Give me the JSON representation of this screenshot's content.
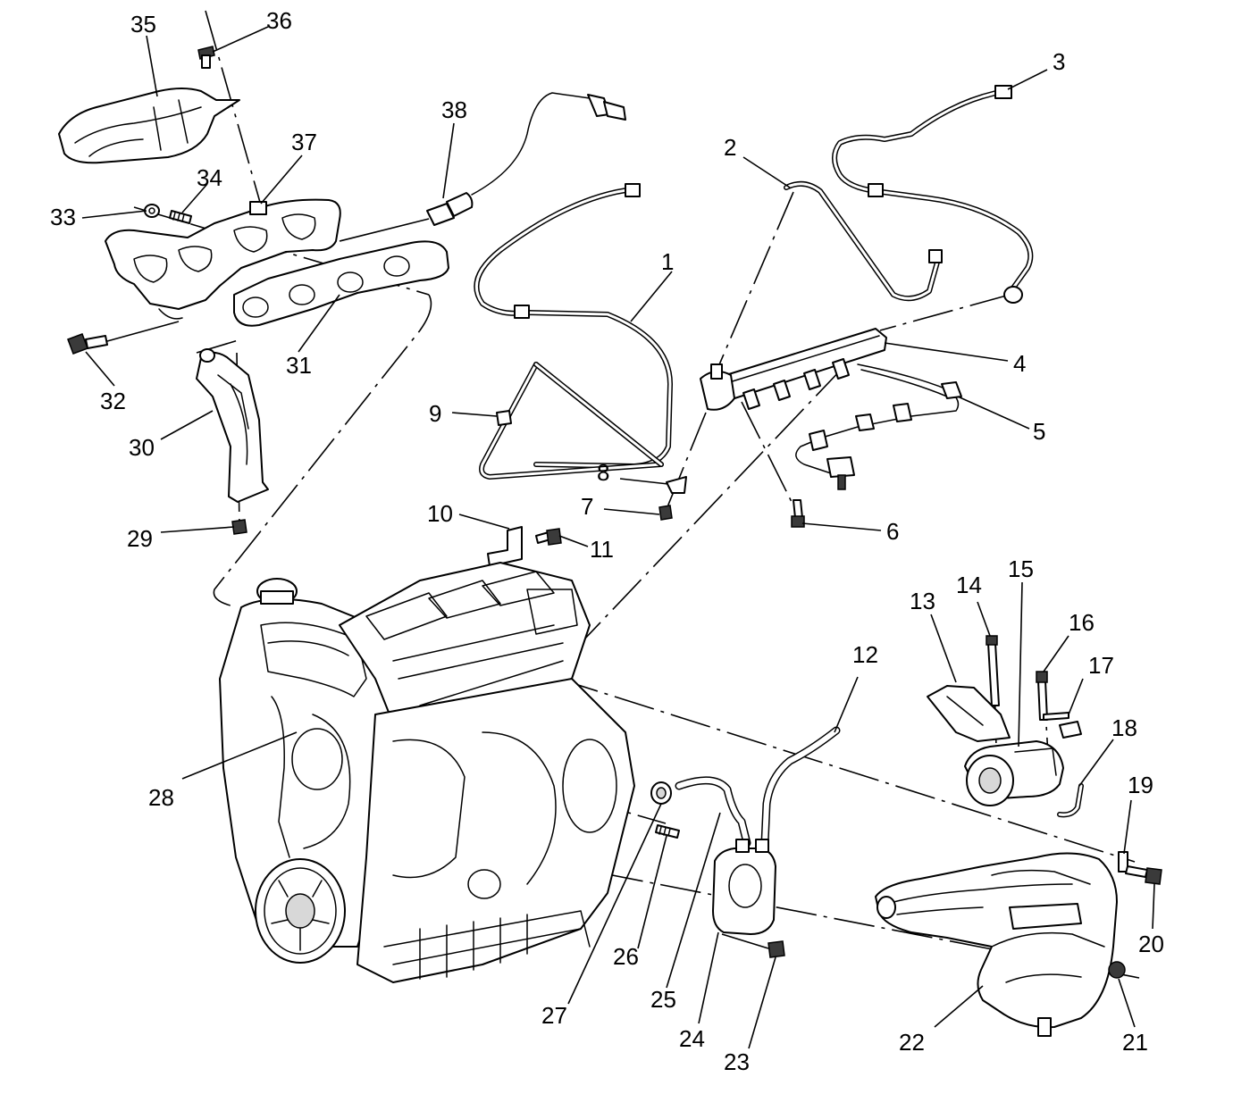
{
  "callouts": [
    {
      "number": "1"
    },
    {
      "number": "2"
    },
    {
      "number": "3"
    },
    {
      "number": "4"
    },
    {
      "number": "5"
    },
    {
      "number": "6"
    },
    {
      "number": "7"
    },
    {
      "number": "8"
    },
    {
      "number": "9"
    },
    {
      "number": "10"
    },
    {
      "number": "11"
    },
    {
      "number": "12"
    },
    {
      "number": "13"
    },
    {
      "number": "14"
    },
    {
      "number": "15"
    },
    {
      "number": "16"
    },
    {
      "number": "17"
    },
    {
      "number": "18"
    },
    {
      "number": "19"
    },
    {
      "number": "20"
    },
    {
      "number": "21"
    },
    {
      "number": "22"
    },
    {
      "number": "23"
    },
    {
      "number": "24"
    },
    {
      "number": "25"
    },
    {
      "number": "26"
    },
    {
      "number": "27"
    },
    {
      "number": "28"
    },
    {
      "number": "29"
    },
    {
      "number": "30"
    },
    {
      "number": "31"
    },
    {
      "number": "32"
    },
    {
      "number": "33"
    },
    {
      "number": "34"
    },
    {
      "number": "35"
    },
    {
      "number": "36"
    },
    {
      "number": "37"
    },
    {
      "number": "38"
    }
  ],
  "colors": {
    "ink": "#000000",
    "paper": "#ffffff"
  }
}
